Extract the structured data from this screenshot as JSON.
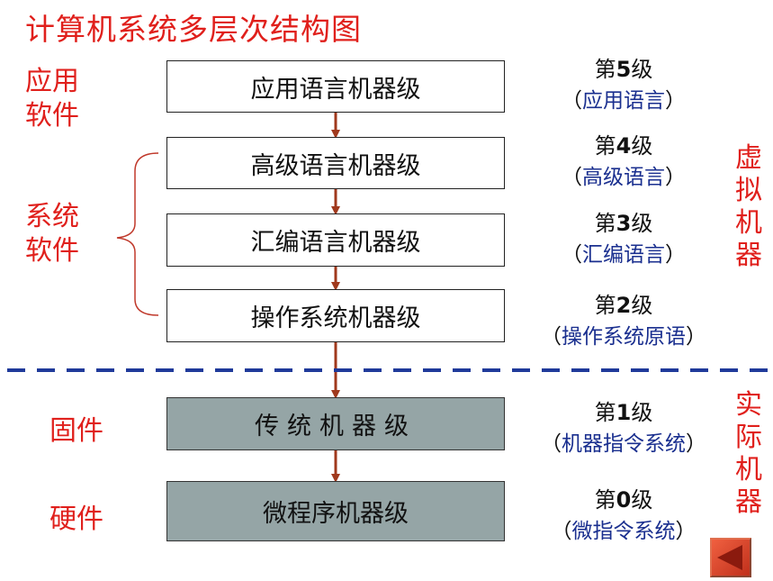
{
  "title": "计算机系统多层次结构图",
  "levels": [
    {
      "box_label": "应用语言机器级",
      "level_prefix": "第",
      "level_number": "5",
      "level_suffix": "级",
      "description": "应用语言",
      "kind": "virtual"
    },
    {
      "box_label": "高级语言机器级",
      "level_prefix": "第",
      "level_number": "4",
      "level_suffix": "级",
      "description": "高级语言",
      "kind": "virtual"
    },
    {
      "box_label": "汇编语言机器级",
      "level_prefix": "第",
      "level_number": "3",
      "level_suffix": "级",
      "description": "汇编语言",
      "kind": "virtual"
    },
    {
      "box_label": "操作系统机器级",
      "level_prefix": "第",
      "level_number": "2",
      "level_suffix": "级",
      "description": "操作系统原语",
      "kind": "virtual"
    },
    {
      "box_label": "传统机器级",
      "level_prefix": "第",
      "level_number": "1",
      "level_suffix": "级",
      "description": "机器指令系统",
      "kind": "real"
    },
    {
      "box_label": "微程序机器级",
      "level_prefix": "第",
      "level_number": "0",
      "level_suffix": "级",
      "description": "微指令系统",
      "kind": "real"
    }
  ],
  "left_labels": {
    "app_software": [
      "应用",
      "软件"
    ],
    "system_software": [
      "系统",
      "软件"
    ],
    "firmware": "固件",
    "hardware": "硬件"
  },
  "right_labels": {
    "virtual_machine": [
      "虚",
      "拟",
      "机",
      "器"
    ],
    "real_machine": [
      "实",
      "际",
      "机",
      "器"
    ]
  },
  "paren_open": "（",
  "paren_close": "）",
  "colors": {
    "title": "#e0201c",
    "label_red": "#e0201c",
    "description_blue": "#1a2f8f",
    "arrow": "#a0391d",
    "dashed_divider": "#1f3a9a",
    "real_box_fill": "#95a5a6",
    "virtual_box_fill": "#ffffff"
  },
  "icons": {
    "back": "left-triangle-icon"
  }
}
